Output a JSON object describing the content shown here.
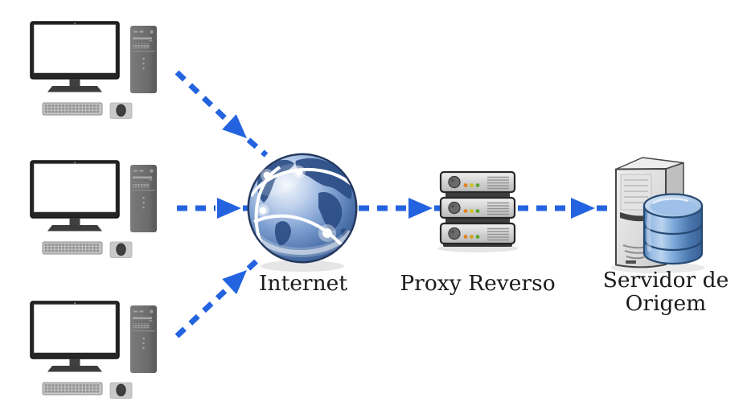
{
  "diagram": {
    "type": "network-architecture",
    "labels": {
      "internet": "Internet",
      "proxy": "Proxy Reverso",
      "origin_line1": "Servidor de",
      "origin_line2": "Origem"
    },
    "nodes": [
      {
        "id": "client-1",
        "icon": "desktop-workstation-icon",
        "label": ""
      },
      {
        "id": "client-2",
        "icon": "desktop-workstation-icon",
        "label": ""
      },
      {
        "id": "client-3",
        "icon": "desktop-workstation-icon",
        "label": ""
      },
      {
        "id": "internet",
        "icon": "globe-icon",
        "label": "Internet"
      },
      {
        "id": "proxy",
        "icon": "server-rack-icon",
        "rack_units": 3,
        "label": "Proxy Reverso"
      },
      {
        "id": "origin",
        "icon": "database-server-icon",
        "label": "Servidor de Origem"
      }
    ],
    "edges": [
      {
        "from": "client-1",
        "to": "internet",
        "style": "dashed-arrow"
      },
      {
        "from": "client-2",
        "to": "internet",
        "style": "dashed-arrow"
      },
      {
        "from": "client-3",
        "to": "internet",
        "style": "dashed-arrow"
      },
      {
        "from": "internet",
        "to": "proxy",
        "style": "dashed-arrow"
      },
      {
        "from": "proxy",
        "to": "origin",
        "style": "dashed-arrow"
      }
    ]
  },
  "colors": {
    "arrow": "#2463e0",
    "label_text": "#1b1b1b",
    "background": "#ffffff"
  }
}
